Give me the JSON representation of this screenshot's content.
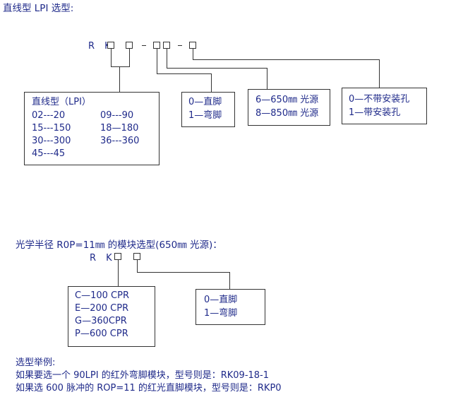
{
  "section1": {
    "title": "直线型 LPI 选型:",
    "code_prefix": "R K",
    "lpi_box": {
      "title": "直线型（LPI）",
      "rows": [
        [
          "02---20",
          "09---90"
        ],
        [
          "15---150",
          "18—180"
        ],
        [
          "30---300",
          "36---360"
        ],
        [
          "45---45",
          ""
        ]
      ]
    },
    "pin_box": [
      "0—直脚",
      "1—弯脚"
    ],
    "light_box": [
      "6—650㎜ 光源",
      "8—850㎜ 光源"
    ],
    "hole_box": [
      "0—不带安装孔",
      "1—带安装孔"
    ]
  },
  "section2": {
    "title": "光学半径 R0P=11㎜ 的模块选型(650㎜ 光源)：",
    "code_prefix": "R K",
    "cpr_box": [
      "C—100 CPR",
      "E—200 CPR",
      "G—360CPR",
      "P—600 CPR"
    ],
    "pin_box": [
      "0—直脚",
      "1—弯脚"
    ]
  },
  "examples": {
    "heading": "选型举例:",
    "line1": "如果要选一个 90LPI 的红外弯脚模块，型号则是：RK09-18-1",
    "line2": "如果选 600 脉冲的 ROP=11 的红光直脚模块，型号则是：RKP0"
  }
}
